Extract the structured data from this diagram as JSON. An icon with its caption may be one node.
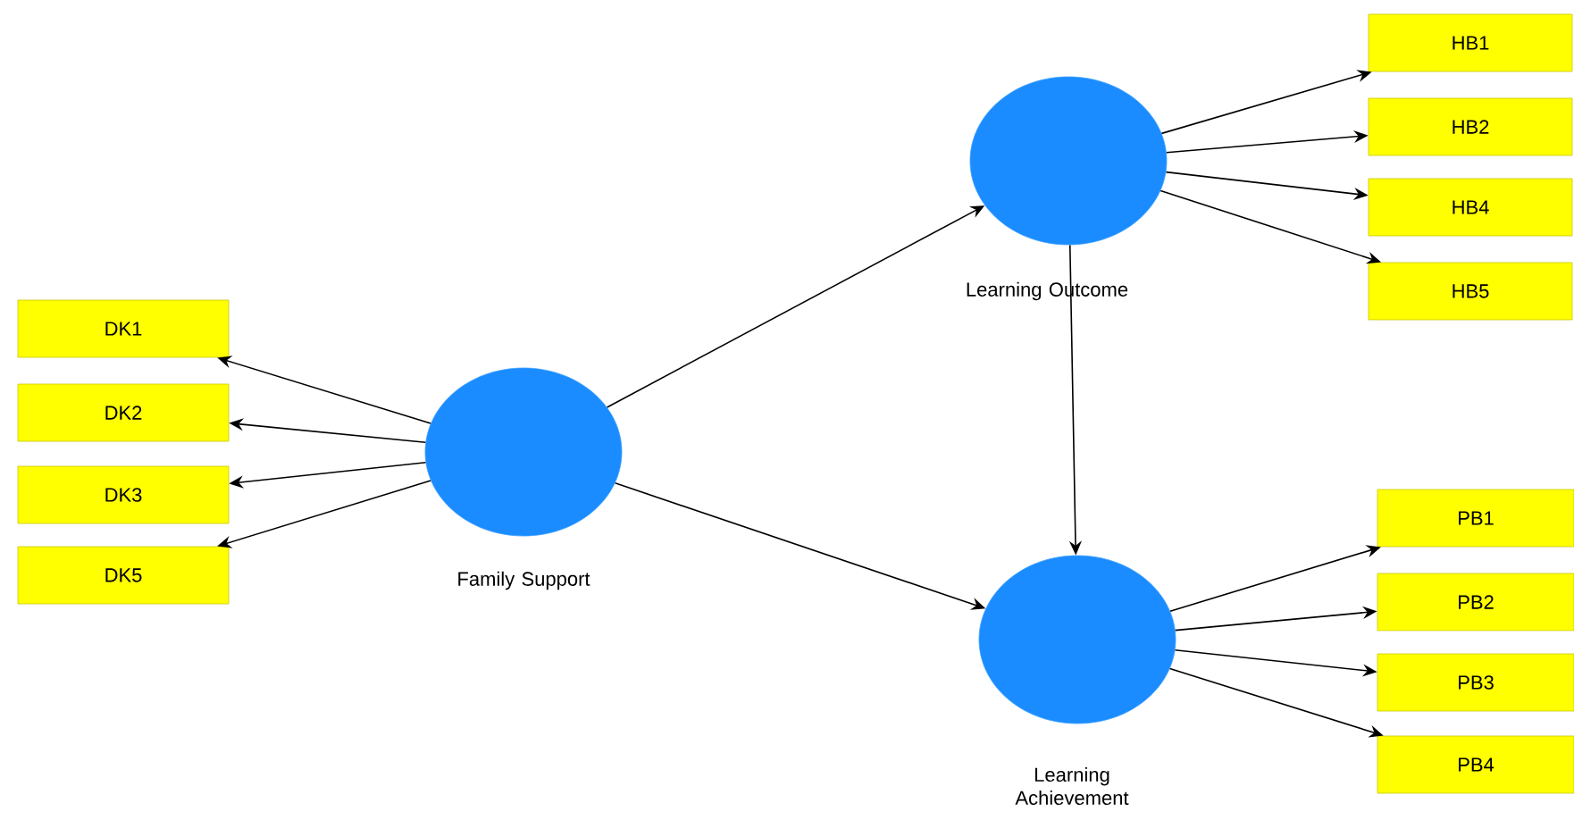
{
  "diagram": {
    "nodes": [
      {
        "text": [
          "Family Support"
        ]
      },
      {
        "text": [
          "Learning Outcome"
        ]
      },
      {
        "text": [
          "Learning Achievement"
        ]
      },
      {
        "text": [
          "DK1"
        ]
      },
      {
        "text": [
          "DK2"
        ]
      },
      {
        "text": [
          "DK3"
        ]
      },
      {
        "text": [
          "DK5"
        ]
      },
      {
        "text": [
          "HB1"
        ]
      },
      {
        "text": [
          "HB2"
        ]
      },
      {
        "text": [
          "HB4"
        ]
      },
      {
        "text": [
          "HB5"
        ]
      },
      {
        "text": [
          "PB1"
        ]
      },
      {
        "text": [
          "PB2"
        ]
      },
      {
        "text": [
          "PB3"
        ]
      },
      {
        "text": [
          "PB4"
        ]
      }
    ],
    "edges": [
      {
        "from": 0,
        "to": 3,
        "arrow": "to"
      },
      {
        "from": 0,
        "to": 4,
        "arrow": "to"
      },
      {
        "from": 0,
        "to": 5,
        "arrow": "to"
      },
      {
        "from": 0,
        "to": 6,
        "arrow": "to"
      },
      {
        "from": 0,
        "to": 1,
        "arrow": "to"
      },
      {
        "from": 0,
        "to": 2,
        "arrow": "to"
      },
      {
        "from": 1,
        "to": 2,
        "arrow": "to"
      },
      {
        "from": 1,
        "to": 7,
        "arrow": "to"
      },
      {
        "from": 1,
        "to": 8,
        "arrow": "to"
      },
      {
        "from": 1,
        "to": 9,
        "arrow": "to"
      },
      {
        "from": 1,
        "to": 10,
        "arrow": "to"
      },
      {
        "from": 2,
        "to": 11,
        "arrow": "to"
      },
      {
        "from": 2,
        "to": 12,
        "arrow": "to"
      },
      {
        "from": 2,
        "to": 13,
        "arrow": "to"
      },
      {
        "from": 2,
        "to": 14,
        "arrow": "to"
      }
    ]
  }
}
